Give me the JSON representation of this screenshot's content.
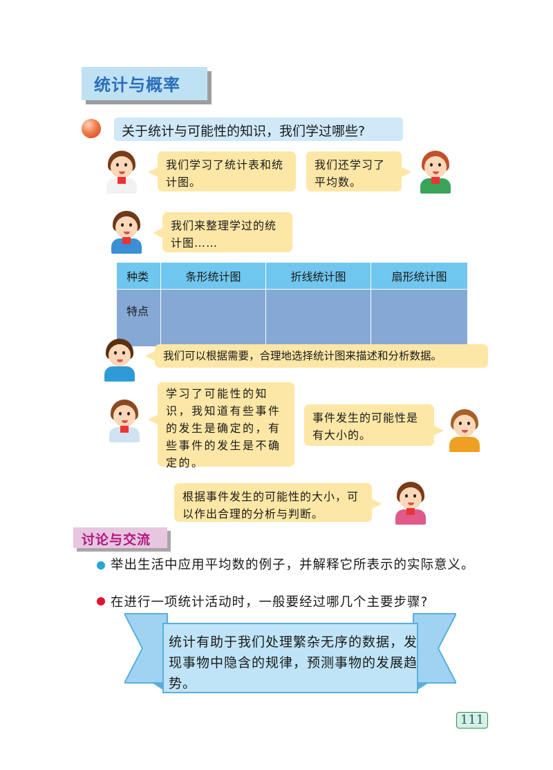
{
  "section_title": "统计与概率",
  "question": "关于统计与可能性的知识，我们学过哪些?",
  "bubbles": {
    "b1": "我们学习了统计表和统计图。",
    "b2": "我们还学习了平均数。",
    "b3": "我们来整理学过的统计图……",
    "b4": "我们可以根据需要，合理地选择统计图来描述和分析数据。",
    "b5": "学习了可能性的知识，我知道有些事件的发生是确定的，有些事件的发生是不确定的。",
    "b6": "事件发生的可能性是有大小的。",
    "b7": "根据事件发生的可能性的大小，可以作出合理的分析与判断。"
  },
  "table": {
    "headers": [
      "种类",
      "条形统计图",
      "折线统计图",
      "扇形统计图"
    ],
    "row_label": "特点"
  },
  "discussion": {
    "title": "讨论与交流",
    "items": [
      {
        "text": "举出生活中应用平均数的例子，并解释它所表示的实际意义。",
        "color": "#27a4dd"
      },
      {
        "text": "在进行一项统计活动时，一般要经过哪几个主要步骤?",
        "color": "#e8112d"
      }
    ]
  },
  "ribbon_text": "统计有助于我们处理繁杂无序的数据，发现事物中隐含的规律，预测事物的发展趋势。",
  "page_number": "111",
  "colors": {
    "title_bg": "#bfe1f4",
    "bubble_bg": "#fde7a6",
    "table_header": "#6fc6ee",
    "table_body": "#85a8d4",
    "ribbon": "#9fd3f1"
  }
}
